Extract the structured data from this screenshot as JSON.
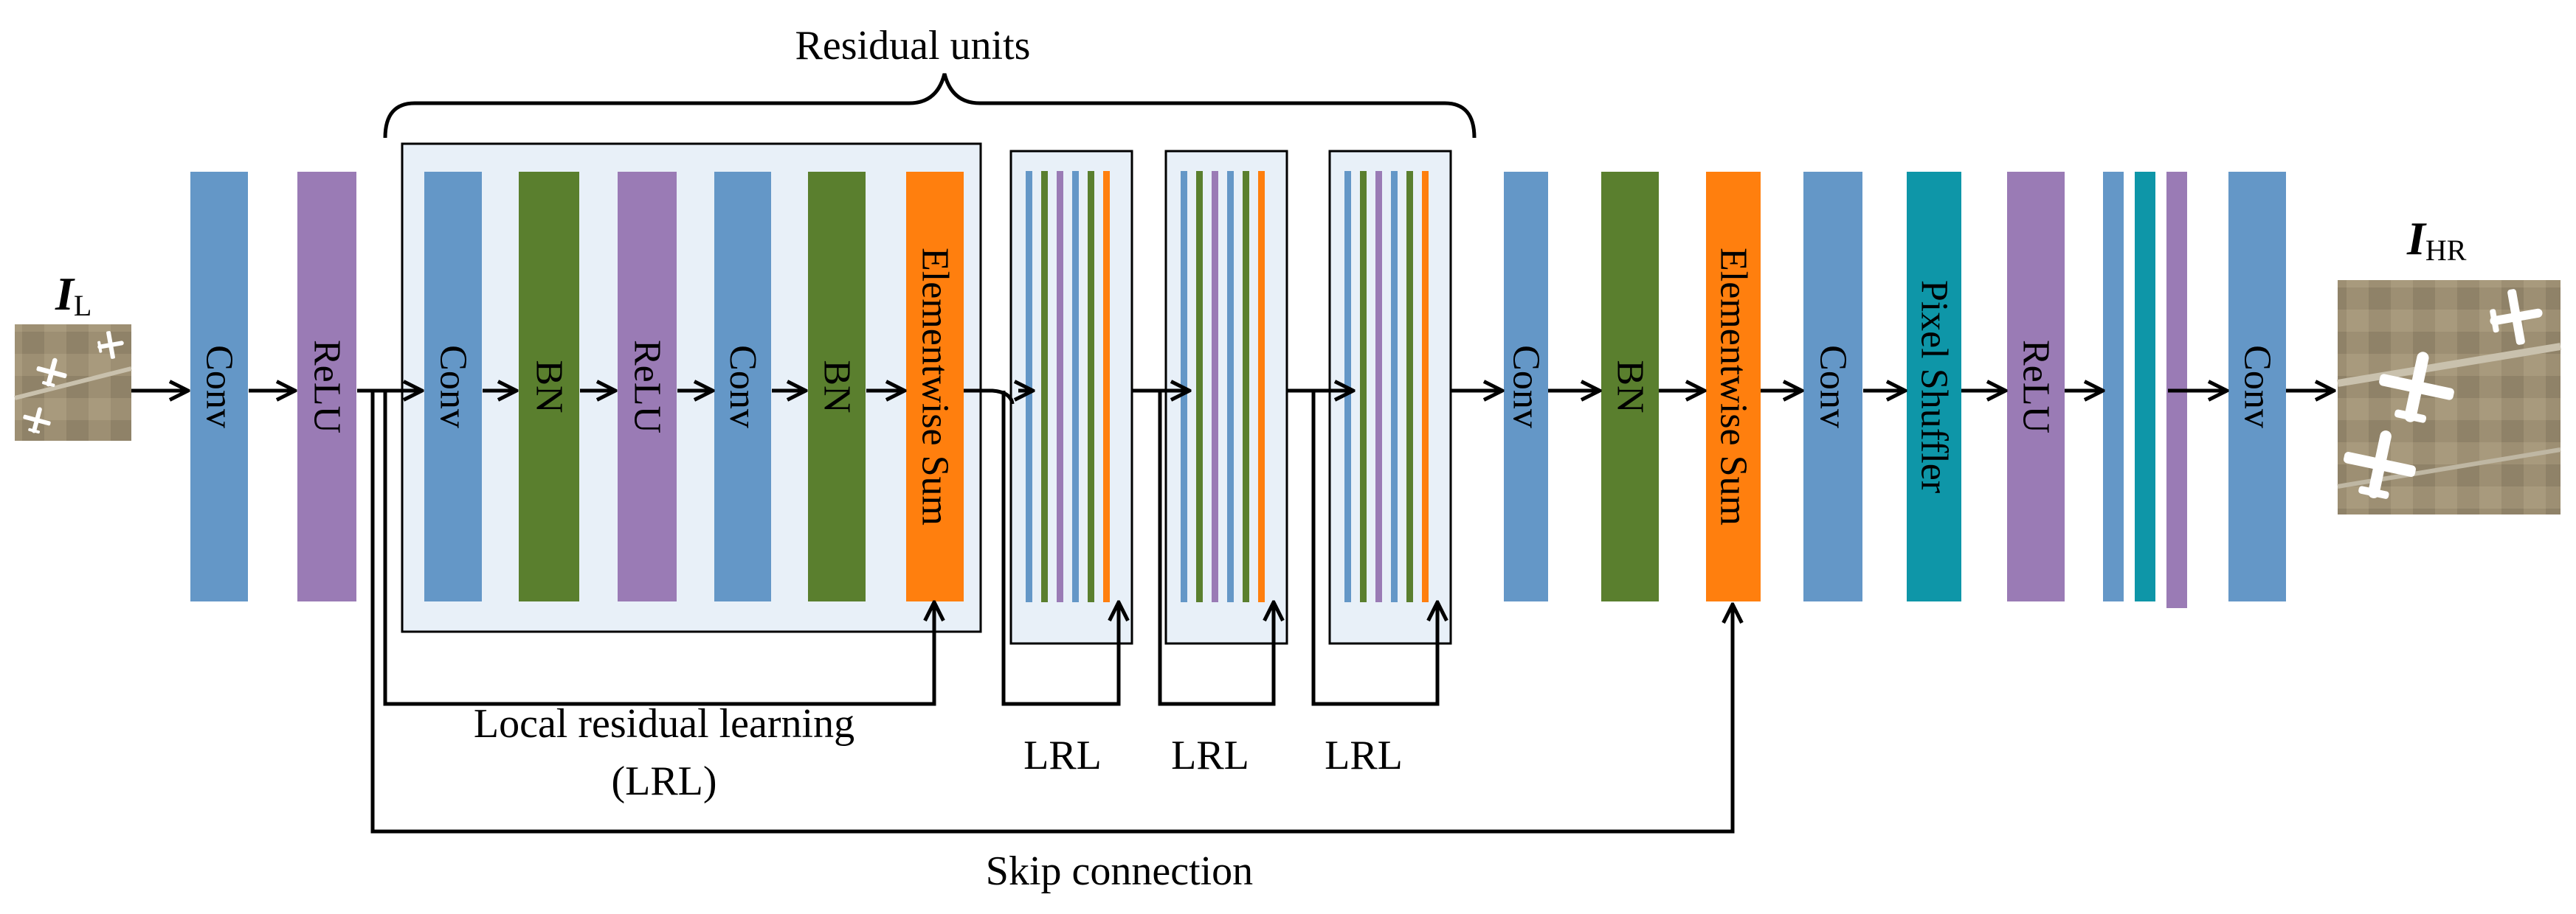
{
  "colors": {
    "conv": "#6497c7",
    "bn": "#5a7f2e",
    "relu": "#9a7bb5",
    "sum": "#ff7f0e",
    "shuffle": "#0e96a8",
    "panel": "#e8f0f8"
  },
  "input": {
    "symbol": "I",
    "subscript": "L"
  },
  "output": {
    "symbol": "I",
    "subscript": "HR"
  },
  "blocks": {
    "conv": "Conv",
    "bn": "BN",
    "relu": "ReLU",
    "sum": "Elementwise Sum",
    "shuffle": "Pixel Shuffler"
  },
  "labels": {
    "residual_units": "Residual units",
    "local_residual_learning": "Local residual learning",
    "lrl_paren": "(LRL)",
    "lrl": "LRL",
    "skip_connection": "Skip connection"
  },
  "icons": {
    "input_image": "aerial-airplanes-low-res-image",
    "output_image": "aerial-airplanes-high-res-image"
  }
}
